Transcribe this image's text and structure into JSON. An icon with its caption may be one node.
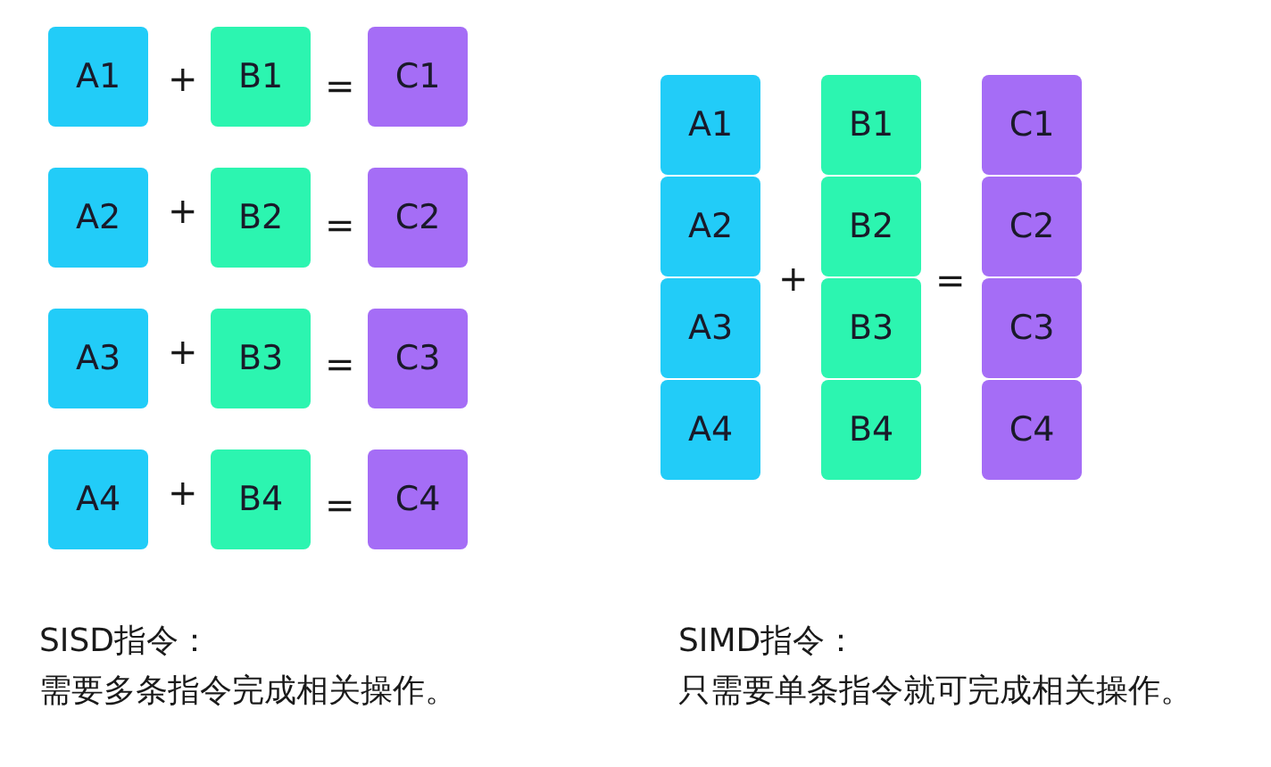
{
  "diagram": {
    "nodes": [
      {
        "text": [
          "A1"
        ]
      },
      {
        "text": [
          "B1"
        ]
      },
      {
        "text": [
          "C1"
        ]
      },
      {
        "text": [
          "A2"
        ]
      },
      {
        "text": [
          "B2"
        ]
      },
      {
        "text": [
          "C2"
        ]
      },
      {
        "text": [
          "A3"
        ]
      },
      {
        "text": [
          "B3"
        ]
      },
      {
        "text": [
          "C3"
        ]
      },
      {
        "text": [
          "A4"
        ]
      },
      {
        "text": [
          "B4"
        ]
      },
      {
        "text": [
          "C4"
        ]
      },
      {
        "text": [
          "A1"
        ]
      },
      {
        "text": [
          "A2"
        ]
      },
      {
        "text": [
          "A3"
        ]
      },
      {
        "text": [
          "A4"
        ]
      },
      {
        "text": [
          "B1"
        ]
      },
      {
        "text": [
          "B2"
        ]
      },
      {
        "text": [
          "B3"
        ]
      },
      {
        "text": [
          "B4"
        ]
      },
      {
        "text": [
          "C1"
        ]
      },
      {
        "text": [
          "C2"
        ]
      },
      {
        "text": [
          "C3"
        ]
      },
      {
        "text": [
          "C4"
        ]
      }
    ],
    "edges": [],
    "labels": [
      "+",
      "=",
      "+",
      "=",
      "+",
      "=",
      "+",
      "=",
      "+",
      "=",
      "SISD指令：",
      "需要多条指令完成相关操作。",
      "SIMD指令：",
      "只需要单条指令就可完成相关操作。"
    ]
  }
}
